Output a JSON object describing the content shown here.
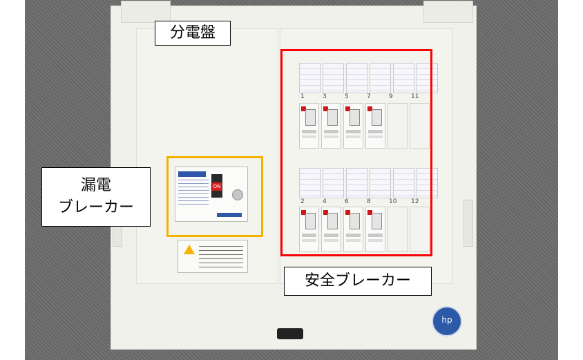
{
  "labels": {
    "panel_title": "分電盤",
    "leak_breaker_line1": "漏電",
    "leak_breaker_line2": "ブレーカー",
    "safety_breaker": "安全ブレーカー"
  },
  "breakers": {
    "top_numbers": [
      "1",
      "3",
      "5",
      "7",
      "9",
      "11"
    ],
    "bottom_numbers": [
      "2",
      "4",
      "6",
      "8",
      "10",
      "12"
    ],
    "top_installed": 4,
    "bottom_installed": 4
  },
  "leak_breaker_device": {
    "switch_label": "ON"
  },
  "seal_text": "hp",
  "highlight_colors": {
    "safety_breaker_box": "#ff0000",
    "leak_breaker_box": "#f2b200"
  },
  "icons": [
    "warning-triangle-icon",
    "certification-seal-icon"
  ]
}
